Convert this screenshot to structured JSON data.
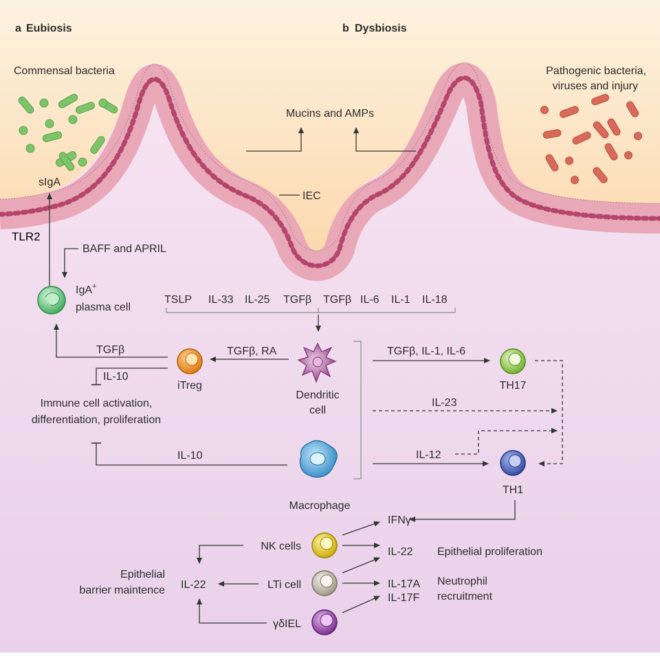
{
  "panels": {
    "a_letter": "a",
    "a_title": "Eubiosis",
    "b_letter": "b",
    "b_title": "Dysbiosis"
  },
  "lumen": {
    "commensal": "Commensal bacteria",
    "pathogenic_line1": "Pathogenic bacteria,",
    "pathogenic_line2": "viruses and injury",
    "mucins": "Mucins and AMPs",
    "iec": "IEC",
    "siga": "sIgA"
  },
  "labels": {
    "tlr2": "TLR2",
    "baff_april": "BAFF and APRIL",
    "iga_line1": "IgA",
    "iga_sup": "+",
    "iga_line2": "plasma cell",
    "cytokines_left": [
      "TSLP",
      "IL-33",
      "IL-25",
      "TGFβ"
    ],
    "cytokines_right": [
      "TGFβ",
      "IL-6",
      "IL-1",
      "IL-18"
    ],
    "tgfb": "TGFβ",
    "tgfb_ra": "TGFβ, RA",
    "il10_top": "IL-10",
    "itreg": "iTreg",
    "dendritic_line1": "Dendritic",
    "dendritic_line2": "cell",
    "immune_line1": "Immune cell activation,",
    "immune_line2": "differentiation, proliferation",
    "il10_bottom": "IL-10",
    "macrophage": "Macrophage",
    "th17_signal": "TGFβ, IL-1, IL-6",
    "th17": "TH17",
    "il23": "IL-23",
    "il12": "IL-12",
    "th1": "TH1",
    "ifng": "IFNγ",
    "nk": "NK cells",
    "lti": "LTi cell",
    "gdiel": "γδIEL",
    "il22_mid": "IL-22",
    "il22_left": "IL-22",
    "epi_prolif": "Epithelial proliferation",
    "epi_barrier_line1": "Epithelial",
    "epi_barrier_line2": "barrier maintence",
    "il17a": "IL-17A",
    "il17f": "IL-17F",
    "neutro_line1": "Neutrophil",
    "neutro_line2": "recruitment"
  },
  "colors": {
    "lumen": "#fce8cc",
    "tissue": "#f1ddef",
    "epithelium": "#e8a9b6",
    "nucleus": "#c0587c",
    "commensal": "#7cc46a",
    "pathogen": "#d96a5a",
    "plasma": "#4fbf6c",
    "itreg": "#e88a1e",
    "dendritic": "#9a4f8e",
    "macrophage": "#3b9bd0",
    "th17": "#8cc63f",
    "th1": "#4a62b8",
    "nk": "#e0c21a",
    "lti": "#b8b0a2",
    "gdiel": "#8e3d9e"
  }
}
